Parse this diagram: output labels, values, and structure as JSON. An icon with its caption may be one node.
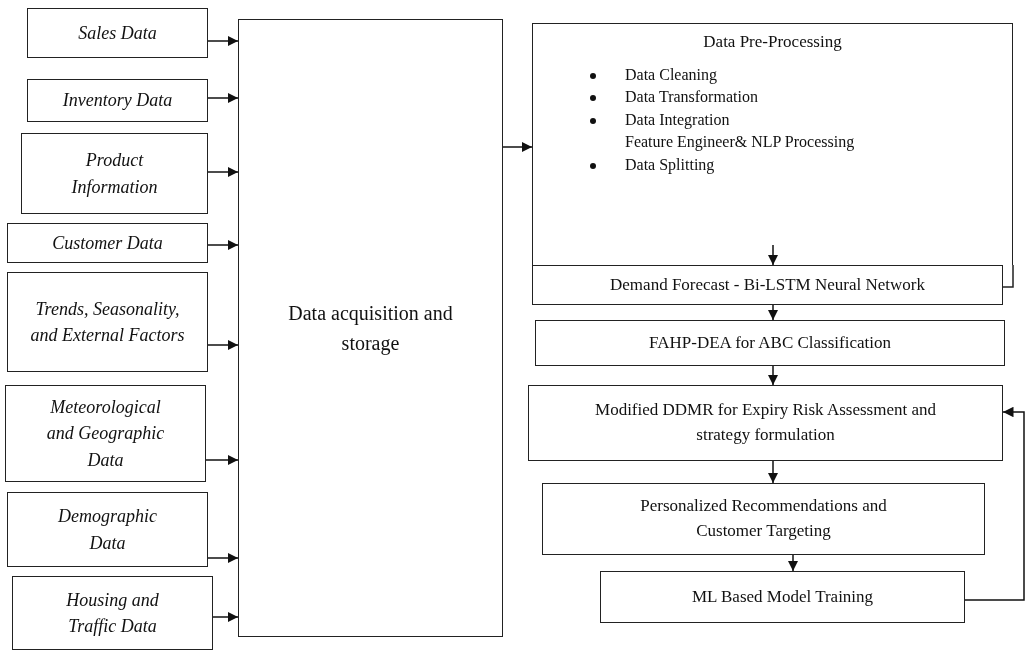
{
  "diagram": {
    "nodes": [
      {
        "text": [
          "Sales Data"
        ]
      },
      {
        "text": [
          "Inventory Data"
        ]
      },
      {
        "text": [
          "Product Information"
        ]
      },
      {
        "text": [
          "Customer Data"
        ]
      },
      {
        "text": [
          "Trends, Seasonality, and External Factors"
        ]
      },
      {
        "text": [
          "Meteorological and Geographic Data"
        ]
      },
      {
        "text": [
          "Demographic Data"
        ]
      },
      {
        "text": [
          "Housing and Traffic Data"
        ]
      },
      {
        "text": [
          "Data acquisition and storage"
        ]
      },
      {
        "text": [
          "Data Pre-Processing",
          "Data Cleaning",
          "Data Transformation",
          "Data Integration",
          "Feature Engineer& NLP Processing",
          "Data Splitting"
        ]
      },
      {
        "text": [
          "Demand Forecast - Bi-LSTM Neural Network"
        ]
      },
      {
        "text": [
          "FAHP-DEA for ABC Classification"
        ]
      },
      {
        "text": [
          "Modified DDMR for Expiry Risk Assessment and strategy formulation"
        ]
      },
      {
        "text": [
          "Personalized Recommendations and Customer Targeting"
        ]
      },
      {
        "text": [
          "ML Based Model Training"
        ]
      }
    ],
    "edges": [
      {
        "from": 0,
        "to": 8,
        "arrow": "to"
      },
      {
        "from": 1,
        "to": 8,
        "arrow": "to"
      },
      {
        "from": 2,
        "to": 8,
        "arrow": "to"
      },
      {
        "from": 3,
        "to": 8,
        "arrow": "to"
      },
      {
        "from": 4,
        "to": 8,
        "arrow": "to"
      },
      {
        "from": 5,
        "to": 8,
        "arrow": "to"
      },
      {
        "from": 6,
        "to": 8,
        "arrow": "to"
      },
      {
        "from": 7,
        "to": 8,
        "arrow": "to"
      },
      {
        "from": 8,
        "to": 9,
        "arrow": "to"
      },
      {
        "from": 9,
        "to": 10,
        "arrow": "to"
      },
      {
        "from": 10,
        "to": 11,
        "arrow": "to"
      },
      {
        "from": 11,
        "to": 12,
        "arrow": "to"
      },
      {
        "from": 12,
        "to": 13,
        "arrow": "to"
      },
      {
        "from": 13,
        "to": 14,
        "arrow": "to"
      },
      {
        "from": 14,
        "to": 12,
        "arrow": "to"
      }
    ]
  }
}
